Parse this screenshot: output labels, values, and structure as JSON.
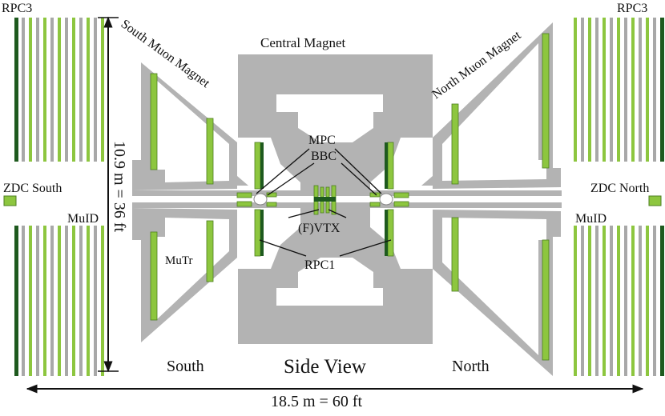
{
  "colors": {
    "structure": "#b3b3b3",
    "detector_light_green": "#8dc63f",
    "detector_dark_green": "#1e5a1e",
    "muid_gray": "#a8a8a8",
    "outline": "#4d7d20",
    "line": "#111111"
  },
  "labels": {
    "rpc3_south": "RPC3",
    "rpc3_north": "RPC3",
    "south_muon_magnet": "South Muon Magnet",
    "north_muon_magnet": "North Muon Magnet",
    "central_magnet": "Central Magnet",
    "mpc": "MPC",
    "bbc": "BBC",
    "fvtx": "(F)VTX",
    "rpc1": "RPC1",
    "zdc_south": "ZDC South",
    "zdc_north": "ZDC North",
    "muid_south": "MuID",
    "muid_north": "MuID",
    "mutr": "MuTr",
    "south": "South",
    "north": "North",
    "title": "Side View",
    "height_dim": "10.9 m = 36 ft",
    "width_dim": "18.5 m =  60 ft"
  }
}
